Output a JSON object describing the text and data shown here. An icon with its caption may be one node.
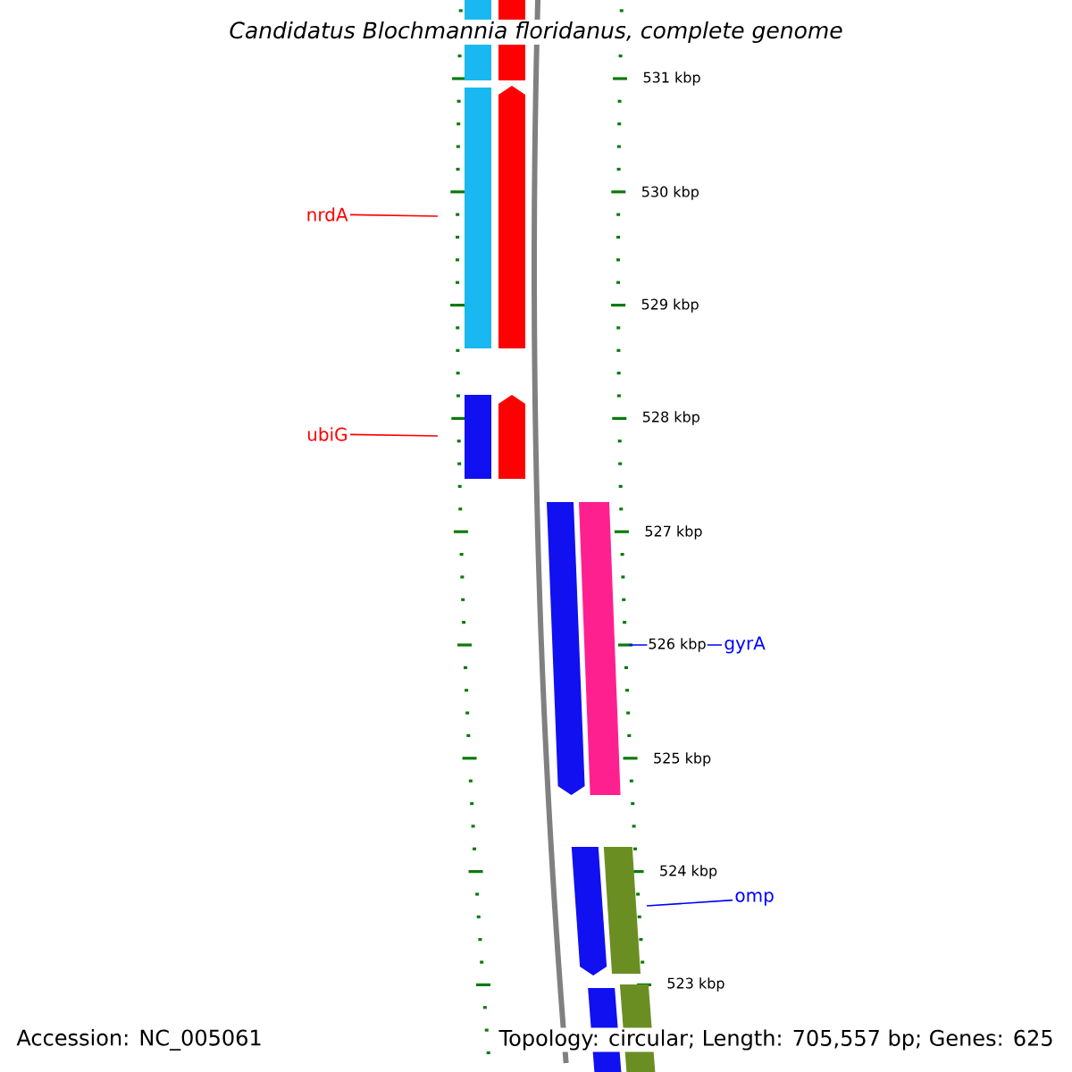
{
  "diagram": {
    "title": "*Candidatus Blochmannia floridanus*, complete genome",
    "nodes": [
      {
        "text": [
          "nrdA"
        ]
      },
      {
        "text": [
          "ubiG"
        ]
      },
      {
        "text": [
          "gyrA"
        ]
      },
      {
        "text": [
          "omp"
        ]
      }
    ],
    "edges": [
      {
        "from": 0,
        "to": null,
        "arrow": "none",
        "color": "#ff0000"
      },
      {
        "from": 1,
        "to": null,
        "arrow": "none",
        "color": "#ff0000"
      },
      {
        "from": 2,
        "to": null,
        "arrow": "none",
        "color": "#0000ff"
      },
      {
        "from": 3,
        "to": null,
        "arrow": "none",
        "color": "#0000ff"
      }
    ],
    "labels": [
      "531 kbp",
      "530 kbp",
      "529 kbp",
      "528 kbp",
      "527 kbp",
      "526 kbp",
      "525 kbp",
      "524 kbp",
      "523 kbp",
      "Accession: NC_005061",
      "Topology: circular; Length: 705,557 bp; Genes: 625"
    ]
  }
}
